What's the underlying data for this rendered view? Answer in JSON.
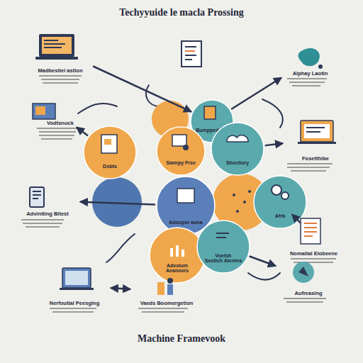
{
  "diagram": {
    "title": "Techyyuide le macla Prossing",
    "caption": "Machine Framevook",
    "nodes": [
      {
        "text": [
          "Madbestiel astion"
        ]
      },
      {
        "text": [
          "Alphay Laotin"
        ]
      },
      {
        "text": [
          "Vodtsnuck"
        ]
      },
      {
        "text": [
          "Bumpped Eto"
        ]
      },
      {
        "text": [
          "Dobts"
        ]
      },
      {
        "text": [
          "Siampy Frse"
        ]
      },
      {
        "text": [
          "Shoctiory"
        ]
      },
      {
        "text": [
          "Fosetthibe"
        ]
      },
      {
        "text": [
          "Adviniting Bitest"
        ]
      },
      {
        "text": [
          "Adoopor auna"
        ]
      },
      {
        "text": [
          "Afrb"
        ]
      },
      {
        "text": [
          "Advoium",
          "Aeanoxrs"
        ]
      },
      {
        "text": [
          "Voetsh",
          "Sostich Atenins"
        ]
      },
      {
        "text": [
          "Nomaital Elobeene"
        ]
      },
      {
        "text": [
          "Nerfoutial Peesging"
        ]
      },
      {
        "text": [
          "Vaeds Boomergetion"
        ]
      },
      {
        "text": [
          "Aufreasing"
        ]
      }
    ],
    "edges": [
      {
        "from": 4,
        "to": 2,
        "arrow": "to"
      },
      {
        "from": 0,
        "to": 3,
        "arrow": "to"
      },
      {
        "from": 3,
        "to": 1,
        "arrow": "to"
      },
      {
        "from": 6,
        "to": 7,
        "arrow": "to"
      },
      {
        "from": 9,
        "to": 8,
        "arrow": "to"
      },
      {
        "from": 10,
        "to": 13,
        "arrow": "to"
      },
      {
        "from": 14,
        "to": 15,
        "arrow": "both"
      },
      {
        "from": 12,
        "to": 16,
        "arrow": "to"
      }
    ]
  }
}
